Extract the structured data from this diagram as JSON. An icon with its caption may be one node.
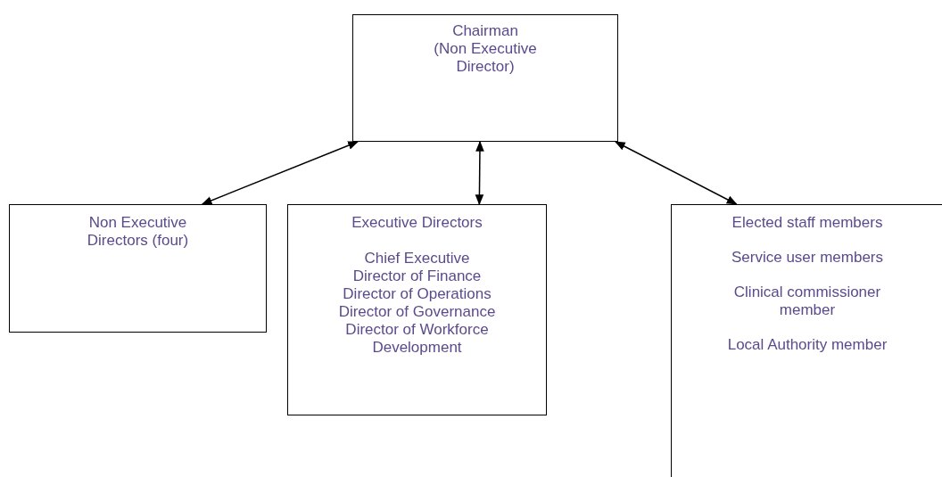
{
  "diagram": {
    "nodes": [
      {
        "text": [
          "Chairman",
          "(Non Executive Director)"
        ]
      },
      {
        "text": [
          "Non Executive Directors (four)"
        ]
      },
      {
        "text": [
          "Executive Directors",
          "Chief Executive",
          "Director of Finance",
          "Director of Operations",
          "Director of Governance",
          "Director of Workforce Development"
        ]
      },
      {
        "text": [
          "Elected staff members",
          "Service user members",
          "Clinical commissioner member",
          "Local Authority member"
        ]
      }
    ],
    "edges": [
      {
        "from": 0,
        "to": 1,
        "arrow": "both"
      },
      {
        "from": 0,
        "to": 2,
        "arrow": "both"
      },
      {
        "from": 0,
        "to": 3,
        "arrow": "both"
      }
    ]
  }
}
